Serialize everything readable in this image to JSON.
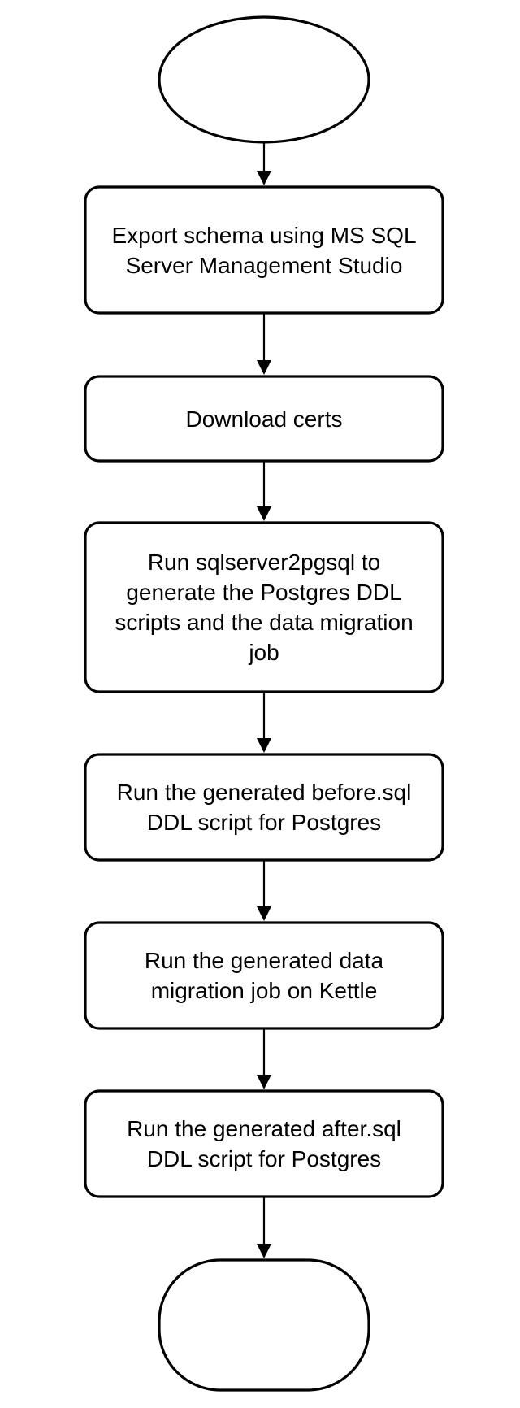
{
  "diagram": {
    "start_label": "",
    "end_label": "",
    "steps": [
      {
        "text": "Export schema using MS SQL Server Management Studio"
      },
      {
        "text": "Download certs"
      },
      {
        "text": "Run sqlserver2pgsql to generate the Postgres DDL scripts and the data migration job"
      },
      {
        "text": "Run the generated before.sql DDL script for Postgres"
      },
      {
        "text": "Run the generated data migration job on Kettle"
      },
      {
        "text": "Run the generated after.sql DDL script for Postgres"
      }
    ]
  }
}
